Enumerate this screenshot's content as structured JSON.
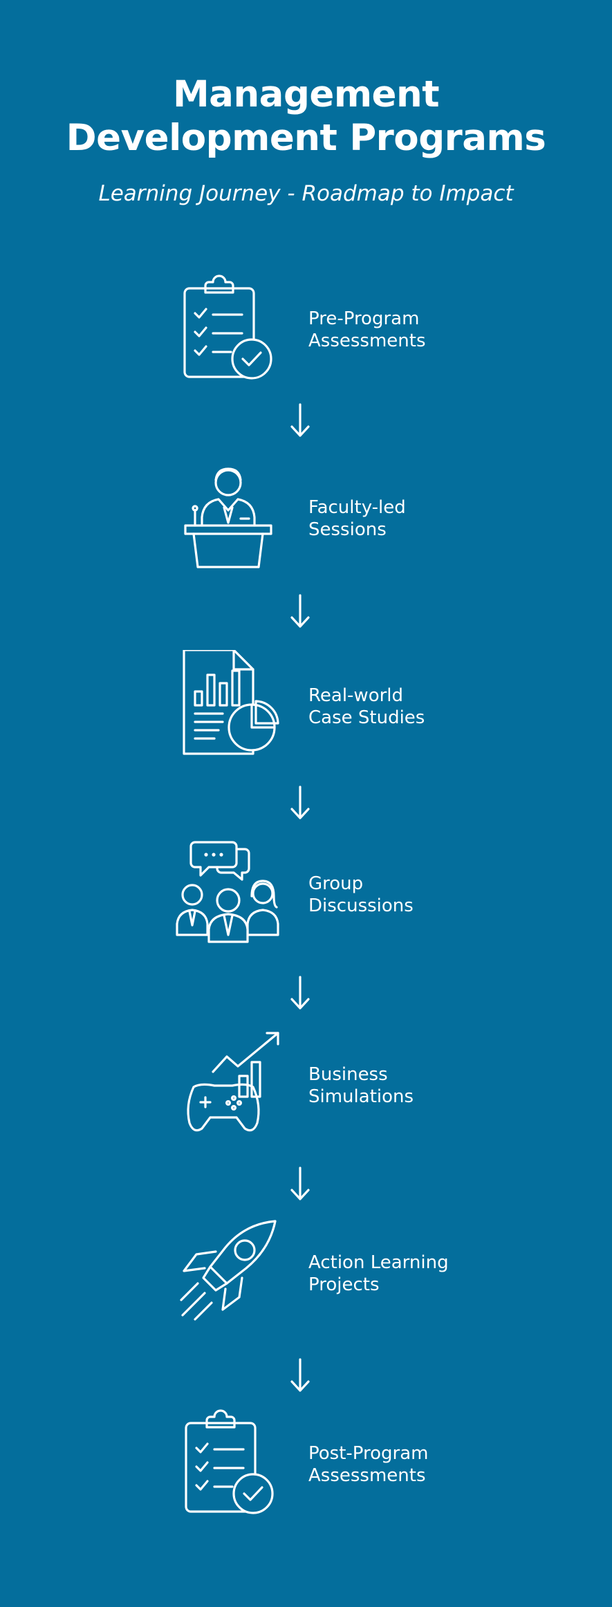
{
  "header": {
    "title_line1": "Management",
    "title_line2": "Development Programs",
    "subtitle": "Learning Journey - Roadmap to Impact"
  },
  "steps": [
    {
      "line1": "Pre-Program",
      "line2": "Assessments",
      "icon": "clipboard-check-icon"
    },
    {
      "line1": "Faculty-led",
      "line2": "Sessions",
      "icon": "presenter-podium-icon"
    },
    {
      "line1": "Real-world",
      "line2": "Case Studies",
      "icon": "report-chart-icon"
    },
    {
      "line1": "Group",
      "line2": "Discussions",
      "icon": "group-chat-icon"
    },
    {
      "line1": "Business",
      "line2": "Simulations",
      "icon": "gamepad-growth-icon"
    },
    {
      "line1": "Action Learning",
      "line2": "Projects",
      "icon": "rocket-icon"
    },
    {
      "line1": "Post-Program",
      "line2": "Assessments",
      "icon": "clipboard-check-icon"
    }
  ],
  "colors": {
    "background": "#046e9c",
    "foreground": "#ffffff"
  }
}
